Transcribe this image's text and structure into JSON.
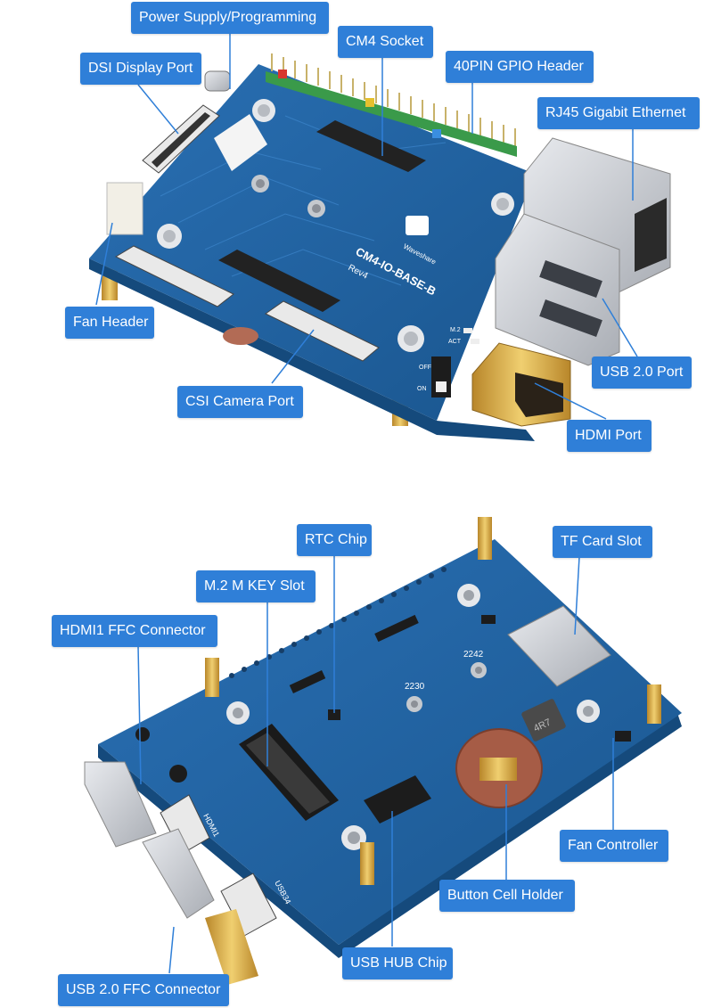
{
  "colors": {
    "callout_bg": "#2f7fd8",
    "callout_text": "#ffffff",
    "leader_line": "#2f7fd8",
    "pcb": "#1f5f9e",
    "pcb_edge": "#154a7c",
    "gold": "#d7a93a",
    "silver": "#c9ccd1"
  },
  "board_top": {
    "silkscreen": {
      "model": "CM4-IO-BASE-B",
      "revision": "Rev4",
      "brand": "Waveshare",
      "switch_on": "ON",
      "switch_off": "OFF",
      "led_act": "ACT",
      "led_pwr": "M.2"
    },
    "callouts": [
      {
        "id": "power",
        "label": "Power Supply/Programming"
      },
      {
        "id": "cm4",
        "label": "CM4 Socket"
      },
      {
        "id": "dsi",
        "label": "DSI Display Port"
      },
      {
        "id": "gpio",
        "label": "40PIN GPIO Header"
      },
      {
        "id": "rj45",
        "label": "RJ45 Gigabit Ethernet"
      },
      {
        "id": "fan-header",
        "label": "Fan Header"
      },
      {
        "id": "usb",
        "label": "USB 2.0 Port"
      },
      {
        "id": "csi",
        "label": "CSI Camera Port"
      },
      {
        "id": "hdmi",
        "label": "HDMI Port"
      }
    ]
  },
  "board_bottom": {
    "silkscreen": {
      "m2_2230": "2230",
      "m2_2242": "2242",
      "hdmi1": "HDMI1",
      "usb34": "USB34",
      "inductor": "4R7"
    },
    "callouts": [
      {
        "id": "rtc",
        "label": "RTC Chip"
      },
      {
        "id": "tf",
        "label": "TF Card Slot"
      },
      {
        "id": "m2",
        "label": "M.2 M KEY Slot"
      },
      {
        "id": "hdmi1-ffc",
        "label": "HDMI1 FFC Connector"
      },
      {
        "id": "fan-ctrl",
        "label": "Fan Controller"
      },
      {
        "id": "cell",
        "label": "Button Cell Holder"
      },
      {
        "id": "usb-hub",
        "label": "USB HUB Chip"
      },
      {
        "id": "usb-ffc",
        "label": "USB 2.0 FFC Connector"
      }
    ]
  }
}
